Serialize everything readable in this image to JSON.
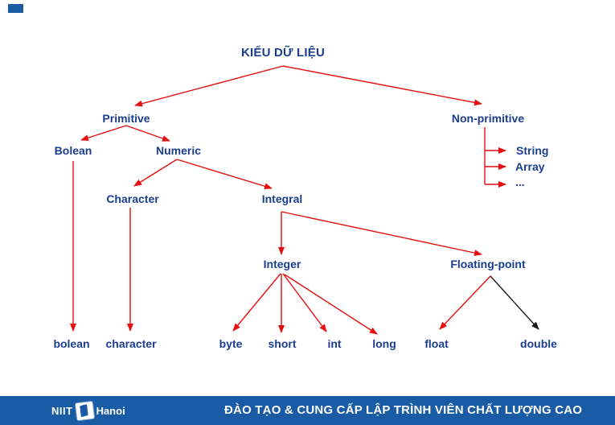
{
  "colors": {
    "node_text": "#1b3d8f",
    "arrow_red": "#e60e0e",
    "arrow_black": "#1a1a1a",
    "footer_bg": "#1a5ba6",
    "footer_text": "#ffffff"
  },
  "diagram": {
    "title": "KIỂU DỮ LIỆU",
    "nodes": {
      "primitive": "Primitive",
      "non_primitive": "Non-primitive",
      "bolean": "Bolean",
      "numeric": "Numeric",
      "string": "String",
      "array": "Array",
      "ellipsis": "...",
      "character": "Character",
      "integral": "Integral",
      "integer": "Integer",
      "floating_point": "Floating-point",
      "bolean_leaf": "bolean",
      "character_leaf": "character",
      "byte_leaf": "byte",
      "short_leaf": "short",
      "int_leaf": "int",
      "long_leaf": "long",
      "float_leaf": "float",
      "double_leaf": "double"
    }
  },
  "footer": {
    "brand_niit": "NIIT",
    "brand_city": "Hanoi",
    "slogan": "ĐÀO TẠO & CUNG CẤP LẬP TRÌNH VIÊN CHẤT LƯỢNG CAO"
  }
}
